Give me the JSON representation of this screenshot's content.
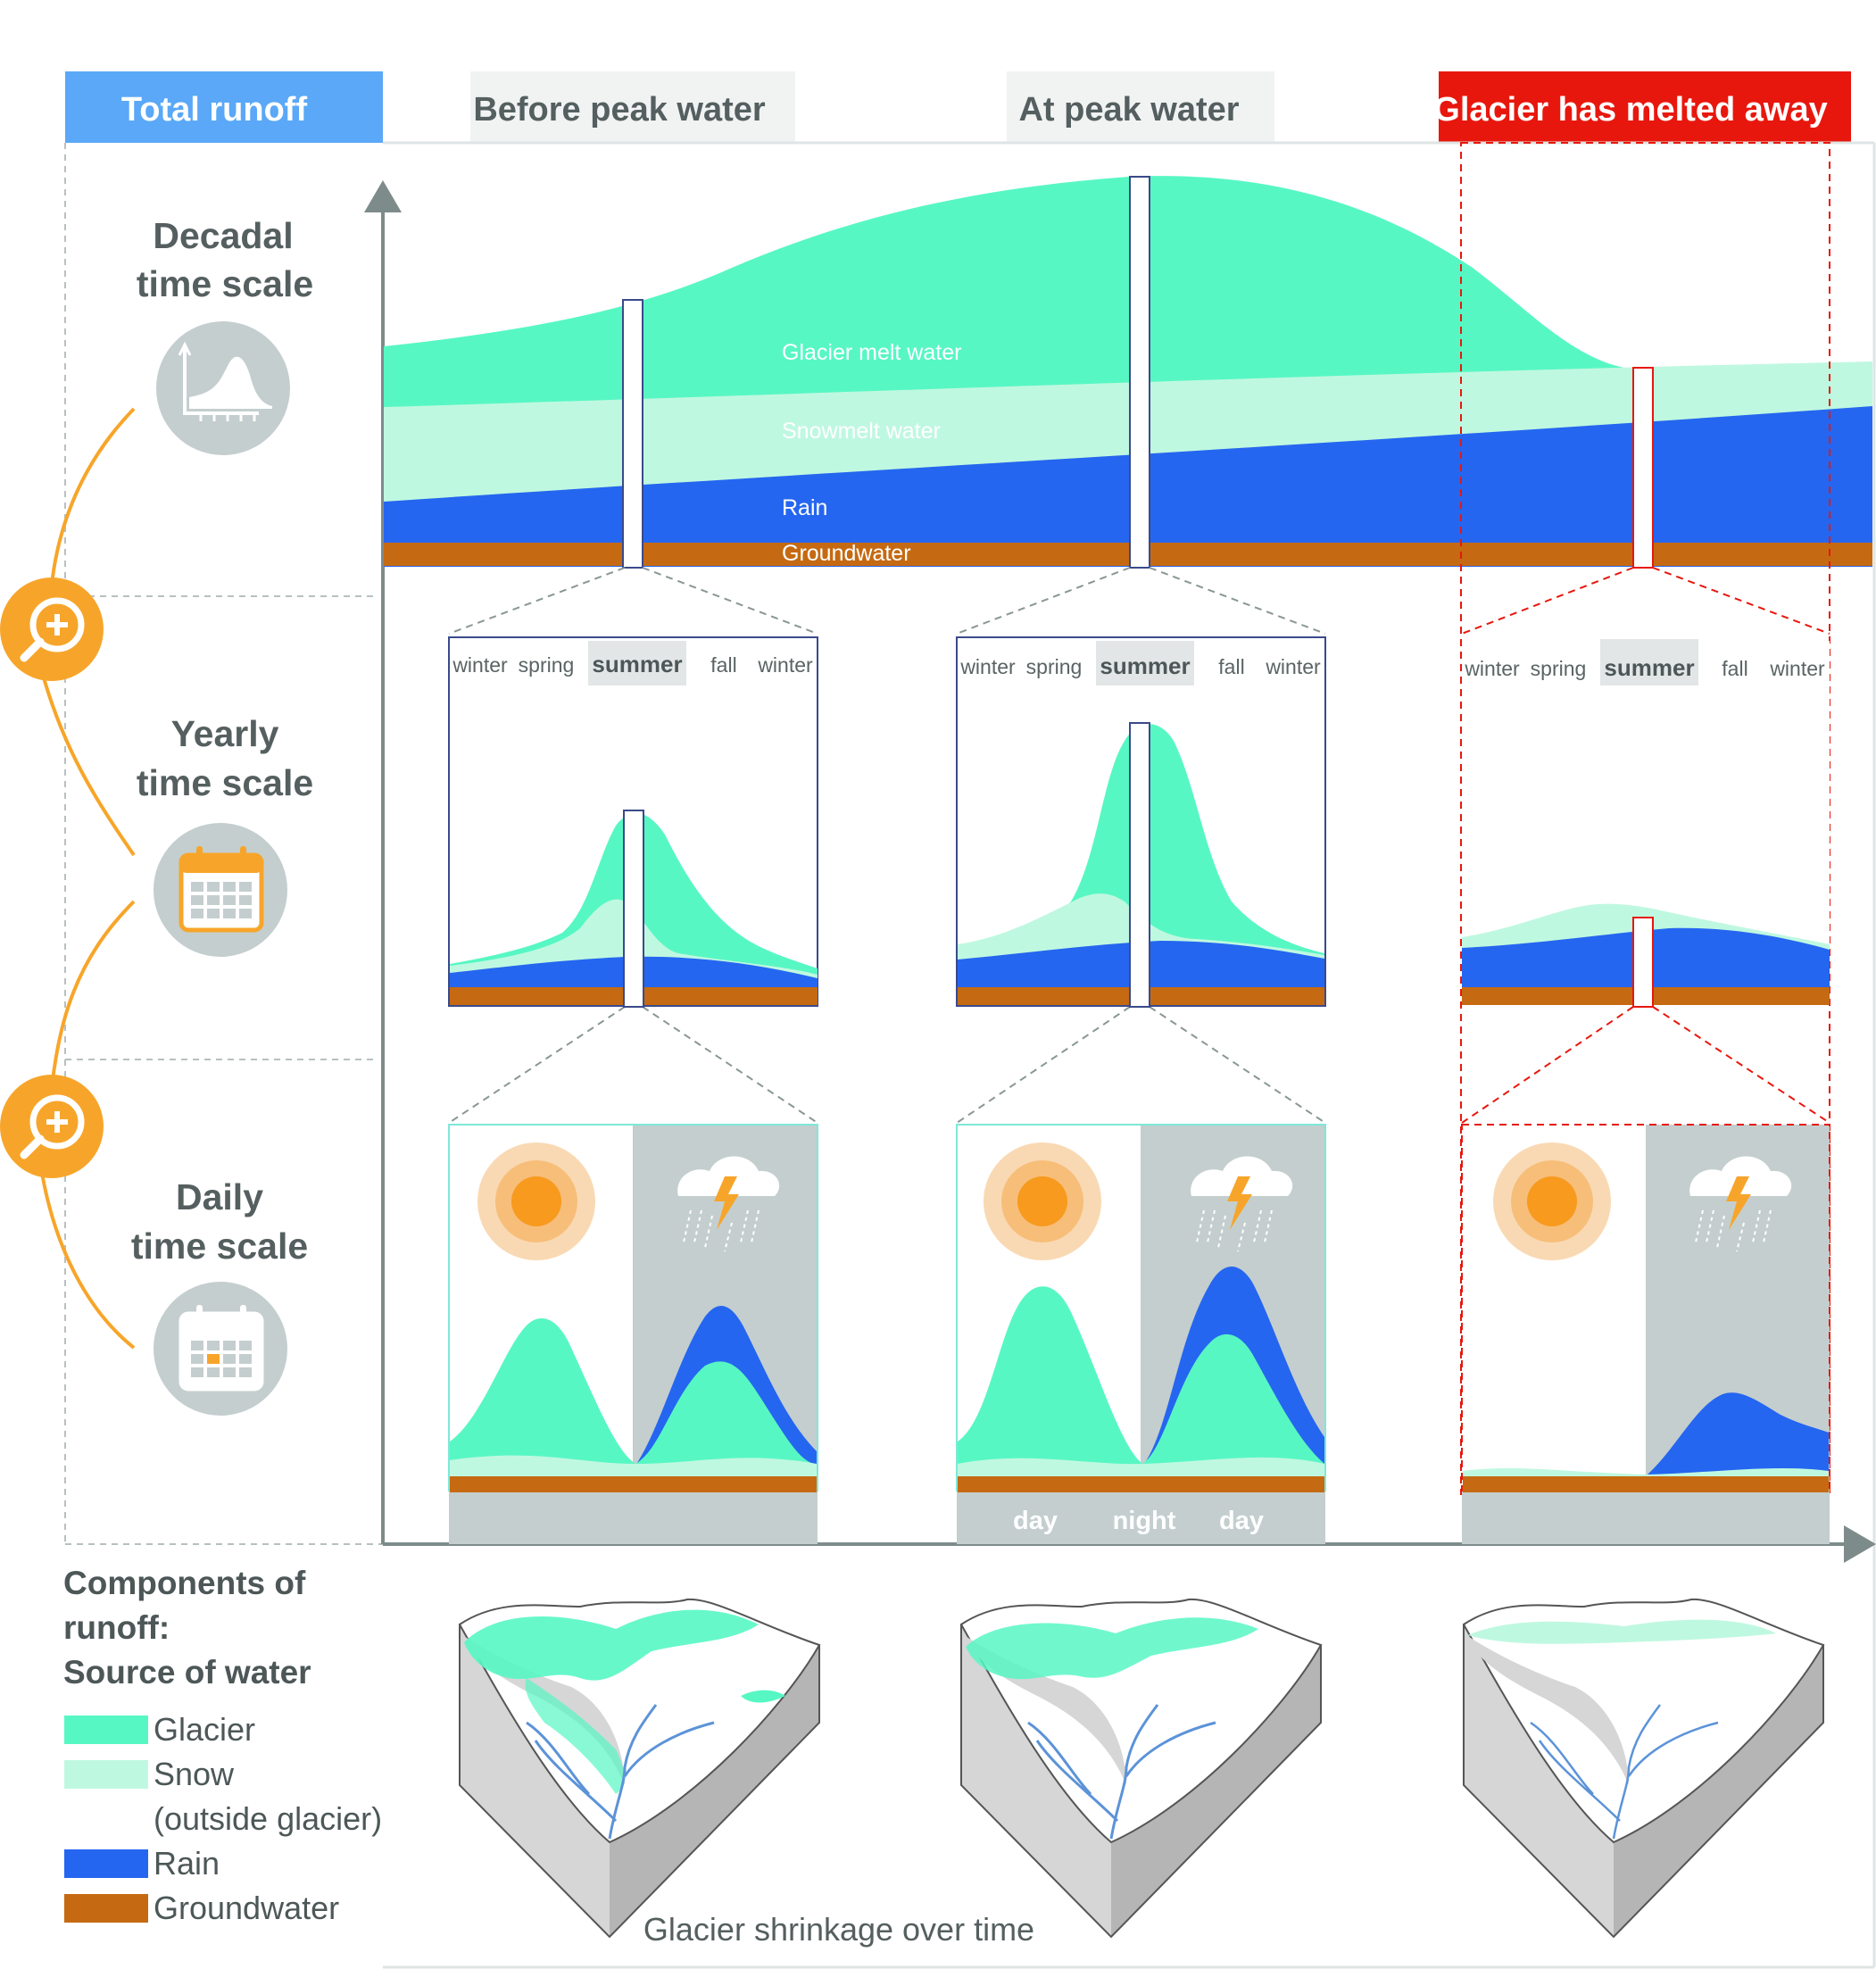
{
  "header": {
    "total_runoff": "Total runoff",
    "before_peak": "Before peak water",
    "at_peak": "At peak water",
    "melted_away": "Glacier has melted away"
  },
  "scales": {
    "decadal_line1": "Decadal",
    "decadal_line2": "time scale",
    "yearly_line1": "Yearly",
    "yearly_line2": "time scale",
    "daily_line1": "Daily",
    "daily_line2": "time scale"
  },
  "decadal_layers": {
    "glacier": "Glacier melt water",
    "snow": "Snowmelt water",
    "rain": "Rain",
    "groundwater": "Groundwater"
  },
  "seasons": [
    "winter",
    "spring",
    "summer",
    "fall",
    "winter"
  ],
  "daily_labels": [
    "day",
    "night",
    "day"
  ],
  "legend": {
    "title_line1": "Components of",
    "title_line2": "runoff:",
    "title_line3": "Source of water",
    "glacier": "Glacier",
    "snow": "Snow",
    "snow_note": "(outside glacier)",
    "rain": "Rain",
    "groundwater": "Groundwater"
  },
  "x_axis_label": "Glacier shrinkage over time",
  "colors": {
    "glacier": "#57f7c3",
    "snow": "#bff8e0",
    "rain": "#2566f0",
    "groundwater": "#c56a12",
    "total_runoff_header": "#5aa8f7",
    "melted_header": "#e8170d",
    "orange_accent": "#f7a52a",
    "night_bg": "#c4cece"
  },
  "icons": [
    "chart-icon",
    "calendar-icon",
    "calendar-day-icon",
    "zoom-in-icon",
    "sun-icon",
    "storm-cloud-icon"
  ]
}
